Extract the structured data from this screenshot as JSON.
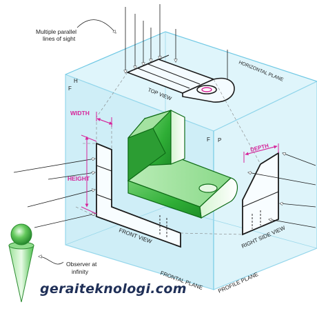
{
  "labels": {
    "parallel_lines": [
      "Multiple parallel",
      "lines of sight"
    ],
    "top_view": "TOP VIEW",
    "horizontal_plane": "HORIZONTAL PLANE",
    "h_mark": "H",
    "f_mark": "F",
    "f_mark_right": "F",
    "p_mark": "P",
    "width": "WIDTH",
    "depth": "DEPTH",
    "height": "HEIGHT",
    "front_view": "FRONT VIEW",
    "right_side_view": "RIGHT SIDE VIEW",
    "observer": [
      "Observer at",
      "infinity"
    ],
    "frontal_plane": "FRONTAL PLANE",
    "profile_plane": "PROFILE PLANE"
  },
  "watermark": "geraiteknologi.com",
  "colors": {
    "glass": "#cdeef7",
    "glass_edge": "#6fc8e4",
    "dimension": "#d6249a",
    "part_green": "#35b43a",
    "line": "#1a1a1a"
  }
}
